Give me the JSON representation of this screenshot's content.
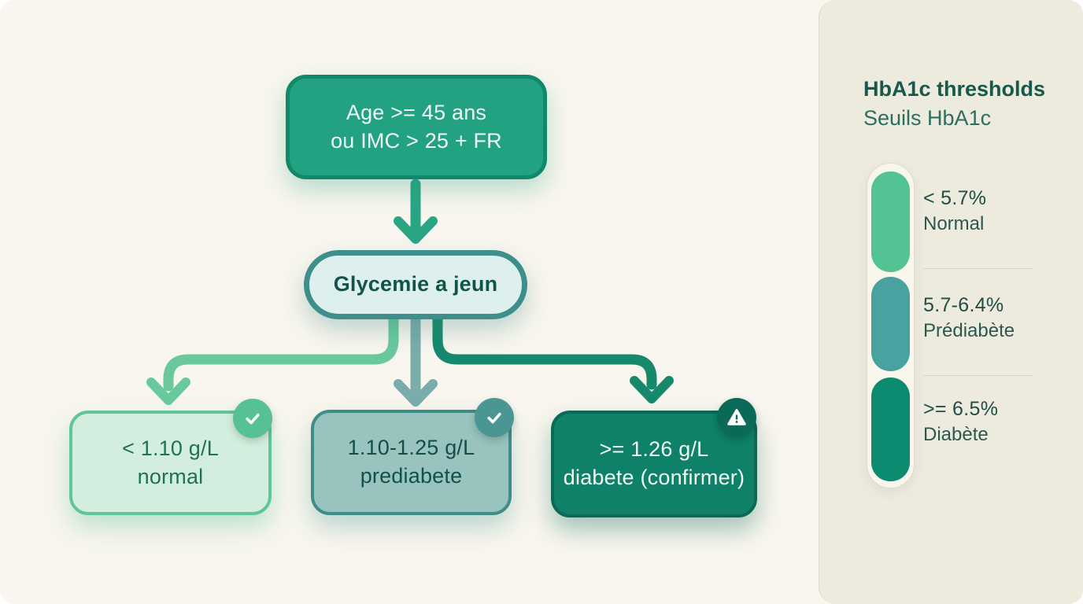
{
  "flowchart": {
    "top_box": {
      "line1": "Age >= 45 ans",
      "line2": "ou IMC > 25 + FR"
    },
    "decision": {
      "label": "Glycemie a jeun"
    },
    "outcomes": [
      {
        "id": "normal",
        "line1": "< 1.10 g/L",
        "line2": "normal",
        "badge": "check"
      },
      {
        "id": "prediabete",
        "line1": "1.10-1.25 g/L",
        "line2": "prediabete",
        "badge": "check"
      },
      {
        "id": "diabete",
        "line1": ">= 1.26 g/L",
        "line2": "diabete (confirmer)",
        "badge": "warning"
      }
    ]
  },
  "sidebar": {
    "title": "HbA1c thresholds",
    "subtitle": "Seuils HbA1c",
    "items": [
      {
        "range": "< 5.7%",
        "label": "Normal",
        "color": "#54c394"
      },
      {
        "range": "5.7-6.4%",
        "label": "Prédiabète",
        "color": "#49a2a0"
      },
      {
        "range": ">= 6.5%",
        "label": "Diabète",
        "color": "#0c8b70"
      }
    ]
  },
  "palette": {
    "background": "#f8f6ee",
    "sidebar_background": "#edeade",
    "top_box_fill": "#22a183",
    "top_box_border": "#0e8a6a",
    "decision_fill": "#def0ed",
    "decision_border": "#3e8f8b",
    "normal_fill": "#d3eede",
    "normal_border": "#5fc69a",
    "prediabete_fill": "#98c3be",
    "prediabete_border": "#3e8d89",
    "diabete_fill": "#0e8168",
    "diabete_border": "#0a6a56",
    "connector_top": "#29a584",
    "connector_left": "#69c99d",
    "connector_middle": "#7aacaa",
    "connector_right": "#16896c"
  }
}
